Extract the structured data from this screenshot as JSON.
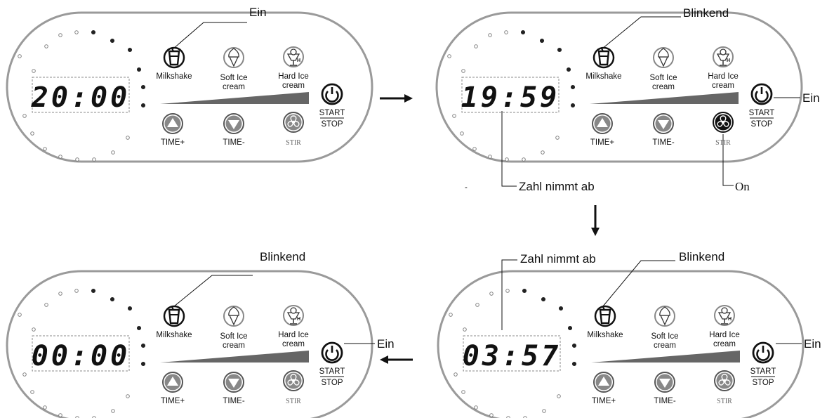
{
  "panels": [
    {
      "time": "20:00",
      "buttons": {
        "milkshake": "Milkshake",
        "soft_ice": [
          "Soft Ice",
          "cream"
        ],
        "hard_ice": [
          "Hard Ice",
          "cream"
        ],
        "time_plus": "TIME+",
        "time_minus": "TIME-",
        "stir": "STIR",
        "start": "START",
        "stop": "STOP"
      },
      "callouts": {
        "milkshake": "Ein"
      }
    },
    {
      "time": "19:59",
      "buttons": {
        "milkshake": "Milkshake",
        "soft_ice": [
          "Soft Ice",
          "cream"
        ],
        "hard_ice": [
          "Hard Ice",
          "cream"
        ],
        "time_plus": "TIME+",
        "time_minus": "TIME-",
        "stir": "STIR",
        "start": "START",
        "stop": "STOP"
      },
      "callouts": {
        "milkshake": "Blinkend",
        "start": "Ein",
        "time": "Zahl nimmt ab",
        "stir": "On"
      }
    },
    {
      "time": "00:00",
      "buttons": {
        "milkshake": "Milkshake",
        "soft_ice": [
          "Soft Ice",
          "cream"
        ],
        "hard_ice": [
          "Hard Ice",
          "cream"
        ],
        "time_plus": "TIME+",
        "time_minus": "TIME-",
        "stir": "STIR",
        "start": "START",
        "stop": "STOP"
      },
      "callouts": {
        "milkshake": "Blinkend",
        "start": "Ein"
      }
    },
    {
      "time": "03:57",
      "buttons": {
        "milkshake": "Milkshake",
        "soft_ice": [
          "Soft Ice",
          "cream"
        ],
        "hard_ice": [
          "Hard Ice",
          "cream"
        ],
        "time_plus": "TIME+",
        "time_minus": "TIME-",
        "stir": "STIR",
        "start": "START",
        "stop": "STOP"
      },
      "callouts": {
        "milkshake": "Blinkend",
        "start": "Ein",
        "time": "Zahl nimmt ab"
      }
    }
  ],
  "stray_mark": "-",
  "colors": {
    "outline": "#555555",
    "panel_border": "#9a9a9a",
    "button_fill": "#888888",
    "bar_fill": "#666666"
  }
}
